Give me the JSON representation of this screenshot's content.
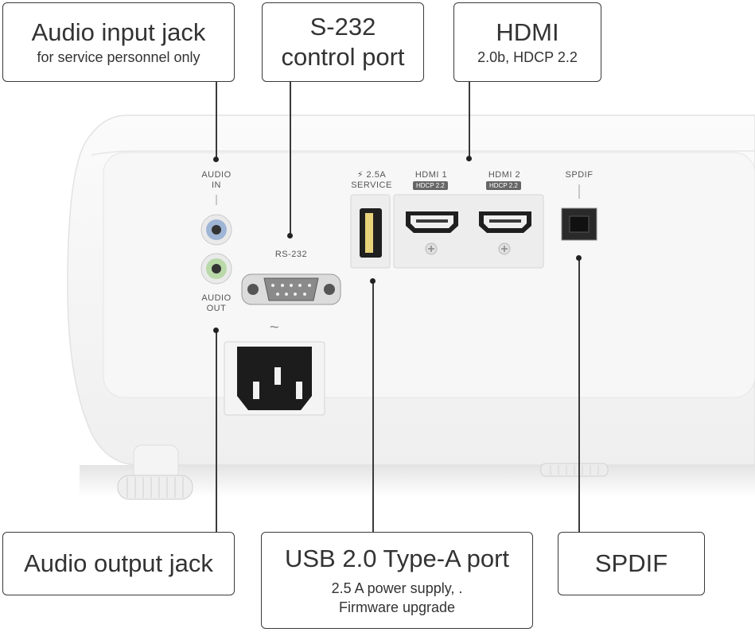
{
  "callouts": {
    "audio_in": {
      "title": "Audio input jack",
      "subtitle": "for service personnel only"
    },
    "rs232": {
      "title": "S-232\ncontrol port"
    },
    "hdmi": {
      "title": "HDMI",
      "subtitle": "2.0b, HDCP 2.2"
    },
    "audio_out": {
      "title": "Audio output jack"
    },
    "usb": {
      "title": "USB 2.0 Type-A port",
      "subtitle": "2.5 A power supply, .\nFirmware upgrade"
    },
    "spdif": {
      "title": "SPDIF"
    }
  },
  "panel_labels": {
    "audio_in": "AUDIO\nIN",
    "audio_out": "AUDIO\nOUT",
    "rs232": "RS-232",
    "usb": "⚡ 2.5A\nSERVICE",
    "hdmi1": "HDMI 1",
    "hdmi2": "HDMI 2",
    "hdcp": "HDCP 2.2",
    "spdif": "SPDIF",
    "ac": "~"
  }
}
